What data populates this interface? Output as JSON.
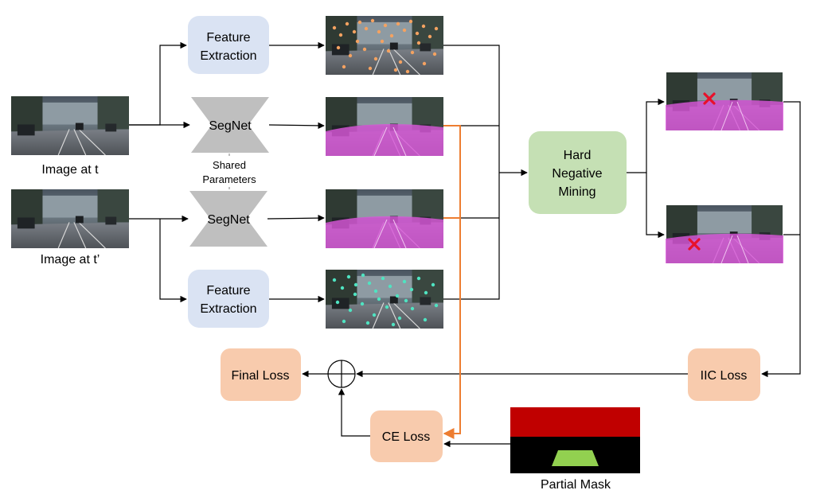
{
  "inputs": {
    "image_t_label": "Image at t",
    "image_t2_label": "Image at t’"
  },
  "blocks": {
    "feature_extraction_top": [
      "Feature",
      "Extraction"
    ],
    "feature_extraction_bottom": [
      "Feature",
      "Extraction"
    ],
    "segnet_top": "SegNet",
    "segnet_bottom": "SegNet",
    "shared_parameters": [
      "Shared",
      "Parameters"
    ],
    "hard_negative_mining": [
      "Hard",
      "Negative",
      "Mining"
    ],
    "iic_loss": "IIC Loss",
    "ce_loss": "CE Loss",
    "final_loss": "Final Loss",
    "partial_mask_label": "Partial Mask"
  },
  "colors": {
    "feature_block": "#dae3f3",
    "segnet_block": "#bfbfbf",
    "mining_block": "#c5e0b4",
    "loss_block": "#f8cbad",
    "ce_arrow": "#ed7d31",
    "segment_overlay": "#d957d9",
    "mask_red": "#c00000",
    "mask_green": "#92d050",
    "keypoint_orange": "#f4a261",
    "keypoint_cyan": "#4fe3c1",
    "cross_red": "#e8102a"
  }
}
